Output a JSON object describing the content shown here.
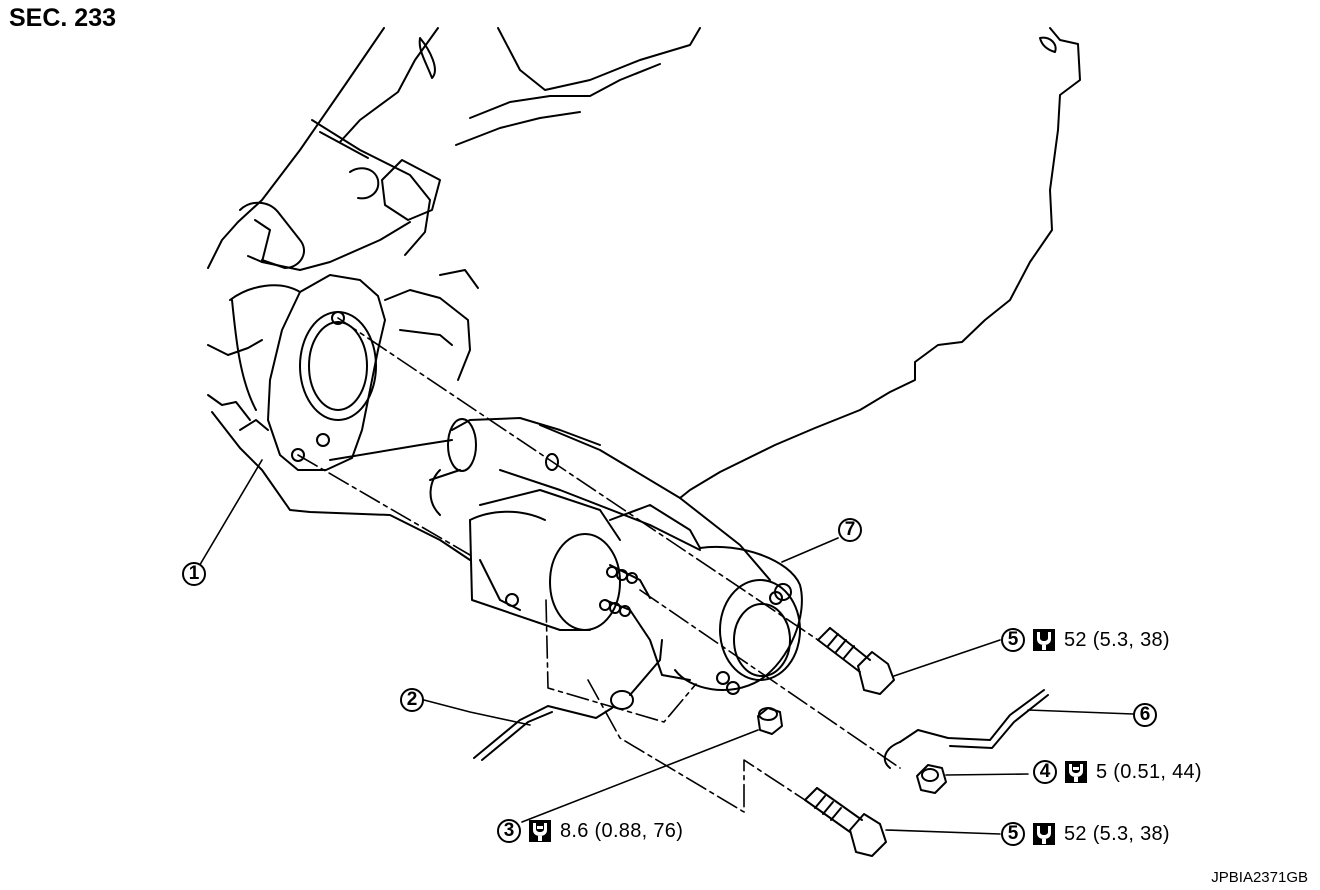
{
  "section": "SEC. 233",
  "figure_code": "JPBIA2371GB",
  "callouts": [
    {
      "number": "1"
    },
    {
      "number": "2"
    },
    {
      "number": "3",
      "icon": "torque-wrench-bolt-icon",
      "torque": "8.6 (0.88, 76)"
    },
    {
      "number": "4",
      "icon": "torque-wrench-bolt-icon",
      "torque": "5 (0.51, 44)"
    },
    {
      "number": "5",
      "icon": "torque-wrench-nut-icon",
      "torque": "52 (5.3, 38)"
    },
    {
      "number": "6"
    },
    {
      "number": "7"
    },
    {
      "number": "5",
      "icon": "torque-wrench-nut-icon",
      "torque": "52 (5.3, 38)"
    }
  ]
}
